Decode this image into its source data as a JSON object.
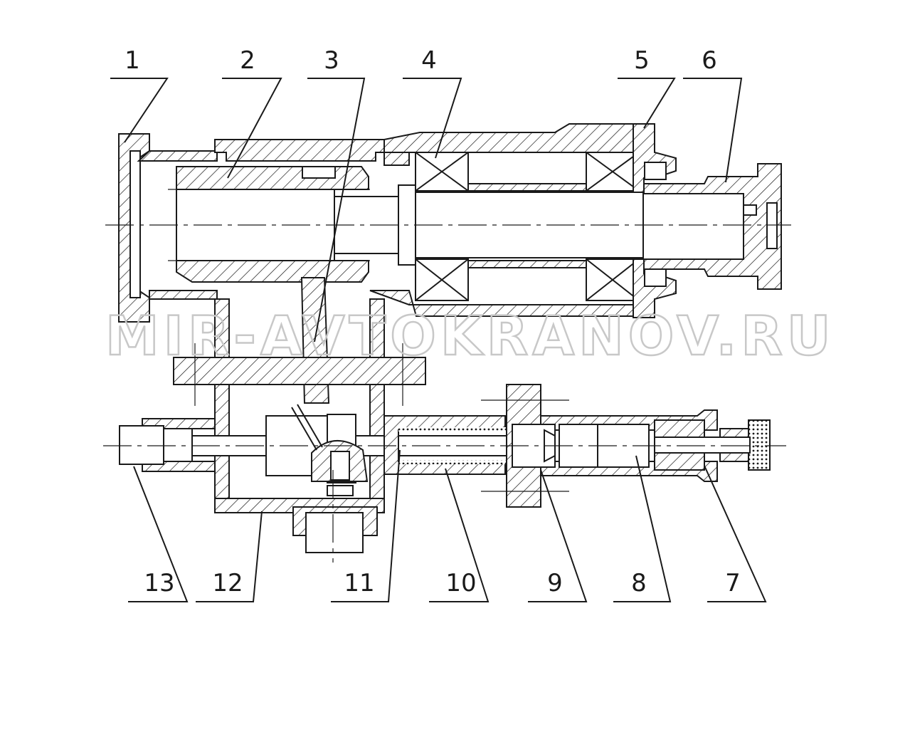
{
  "watermark": "MIR-AVTOKRANOV.RU",
  "callouts_top": [
    "1",
    "2",
    "3",
    "4",
    "5",
    "6"
  ],
  "callouts_bottom": [
    "13",
    "12",
    "11",
    "10",
    "9",
    "8",
    "7"
  ]
}
